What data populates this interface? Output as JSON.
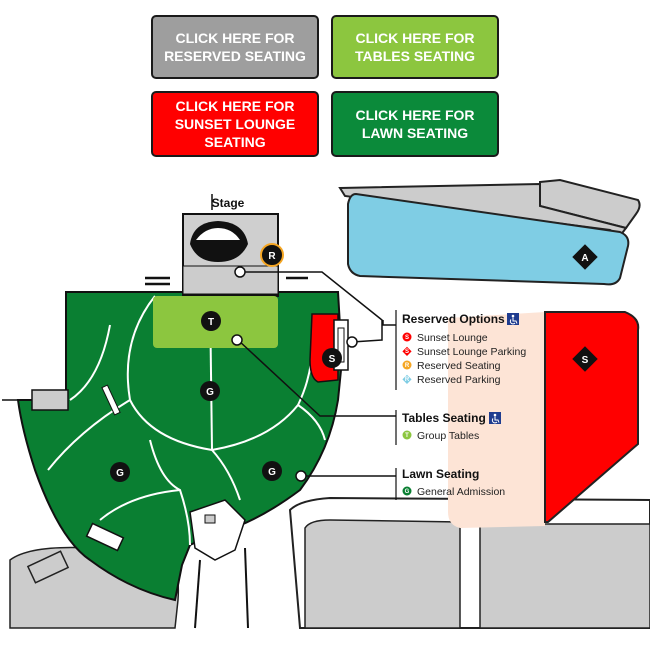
{
  "buttons": {
    "reserved": {
      "line1": "CLICK HERE FOR",
      "line2": "RESERVED SEATING",
      "color": "#9e9e9e"
    },
    "tables": {
      "line1": "CLICK HERE FOR",
      "line2": "TABLES SEATING",
      "color": "#8cc63f"
    },
    "sunset": {
      "line1": "CLICK HERE FOR",
      "line2": "SUNSET LOUNGE",
      "line3": "SEATING",
      "color": "#ff0000"
    },
    "lawn": {
      "line1": "CLICK HERE FOR",
      "line2": "LAWN SEATING",
      "color": "#0b8a3a"
    }
  },
  "map": {
    "stage_label": "Stage",
    "colors": {
      "lawn": "#0a7f32",
      "tables": "#8cc63f",
      "sunset": "#ff0000",
      "parking_a": "#7fcde4",
      "reserved_marker": "#f5a623",
      "stage_gray": "#cfcfcf",
      "road": "#cccccc"
    },
    "markers": {
      "reserved": "R",
      "tables": "T",
      "general": "G",
      "sunset": "S",
      "parking_a": "A",
      "parking_s": "S"
    },
    "icons": {
      "accessible": "wheelchair-icon"
    }
  },
  "legend": {
    "reserved_title": "Reserved Options",
    "reserved_items": [
      {
        "badge": "S",
        "label": "Sunset Lounge",
        "color": "#ff0000",
        "shape": "circle"
      },
      {
        "badge": "S",
        "label": "Sunset Lounge Parking",
        "color": "#ff0000",
        "shape": "diamond"
      },
      {
        "badge": "R",
        "label": "Reserved Seating",
        "color": "#f5a623",
        "shape": "circle"
      },
      {
        "badge": "R",
        "label": "Reserved Parking",
        "color": "#7fcde4",
        "shape": "diamond"
      }
    ],
    "tables_title": "Tables Seating",
    "tables_items": [
      {
        "badge": "T",
        "label": "Group Tables",
        "color": "#8cc63f",
        "shape": "circle"
      }
    ],
    "lawn_title": "Lawn Seating",
    "lawn_items": [
      {
        "badge": "G",
        "label": "General Admission",
        "color": "#0a7f32",
        "shape": "circle"
      }
    ]
  }
}
